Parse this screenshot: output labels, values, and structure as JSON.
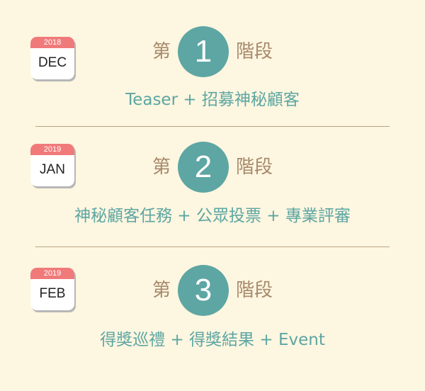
{
  "stages": [
    {
      "calendar": {
        "year": "2018",
        "month": "DEC"
      },
      "prefix": "第",
      "number": "1",
      "suffix": "階段",
      "description": "Teaser + 招募神秘顧客"
    },
    {
      "calendar": {
        "year": "2019",
        "month": "JAN"
      },
      "prefix": "第",
      "number": "2",
      "suffix": "階段",
      "description": "神秘顧客任務 + 公眾投票 + 專業評審"
    },
    {
      "calendar": {
        "year": "2019",
        "month": "FEB"
      },
      "prefix": "第",
      "number": "3",
      "suffix": "階段",
      "description": "得獎巡禮 + 得獎結果 + Event"
    }
  ],
  "colors": {
    "background": "#fdf6e0",
    "accent": "#5da6a3",
    "label": "#a7896b",
    "calendar_header": "#f07a7a",
    "divider": "#b9a386"
  }
}
